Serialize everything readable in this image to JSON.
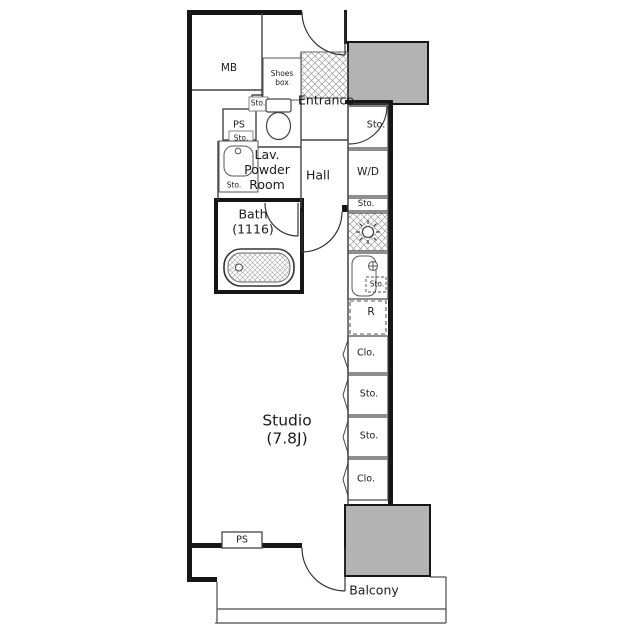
{
  "floorplan": {
    "labels": {
      "mb": "MB",
      "shoes_box": "Shoes\nbox",
      "entrance": "Entrance",
      "sto_entrance": "Sto.",
      "ps_top": "PS",
      "sto_toilet_upper": "Sto.",
      "sto_toilet_lower": "Sto.",
      "sto_vanity": "Sto.",
      "lav_powder_room": "Lav.\nPowder\nRoom",
      "hall": "Hall",
      "washer_dryer": "W/D",
      "sto_wd": "Sto.",
      "bath": "Bath\n(1116)",
      "sto_sink": "Sto.",
      "refrigerator": "R",
      "clo_upper": "Clo.",
      "sto_shelf_upper": "Sto.",
      "sto_shelf_lower": "Sto.",
      "clo_lower": "Clo.",
      "studio": "Studio\n(7.8J)",
      "ps_bottom": "PS",
      "balcony": "Balcony"
    },
    "colors": {
      "wall": "#161616",
      "concrete_fill": "#b3b3b3",
      "line": "#444444",
      "background": "#ffffff"
    }
  }
}
